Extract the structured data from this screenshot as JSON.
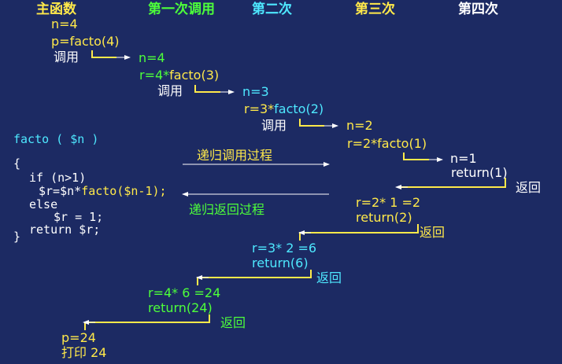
{
  "headers": {
    "main": "主函数",
    "first": "第一次调用",
    "second": "第二次",
    "third": "第三次",
    "fourth": "第四次"
  },
  "main_fn": {
    "n": "n=4",
    "call": "p=facto(4)",
    "call_label": "调用"
  },
  "first_call": {
    "n": "n=4",
    "r_expr_prefix": "r=4*",
    "r_expr_fn": "facto(3)",
    "call_label": "调用"
  },
  "second_call": {
    "n": "n=3",
    "r_expr_prefix": "r=3*",
    "r_expr_fn": "facto(2)",
    "call_label": "调用"
  },
  "third_call": {
    "n": "n=2",
    "r_expr_prefix": "r=2*",
    "r_expr_fn": "facto(1)"
  },
  "fourth_call": {
    "n": "n=1",
    "ret": "return(1)",
    "ret_label": "返回"
  },
  "code": {
    "signature": "facto ( $n )",
    "open_brace": "{",
    "if_line": "if (n>1)",
    "r_assign_prefix": "$r=$n*",
    "r_assign_fn": "facto($n-1);",
    "else_line": "else",
    "r_one": "$r = 1;",
    "return_line": "return $r;",
    "close_brace": "}"
  },
  "labels": {
    "recursive_call": "递归调用过程",
    "recursive_return": "递归返回过程"
  },
  "returns": {
    "third": {
      "calc": "r=2* 1 =2",
      "ret": "return(2)",
      "label": "返回"
    },
    "second": {
      "calc": "r=3* 2 =6",
      "ret": "return(6)",
      "label": "返回"
    },
    "first": {
      "calc": "r=4* 6 =24",
      "ret": "return(24)",
      "label": "返回"
    },
    "main": {
      "p": "p=24",
      "print": "打印 24"
    }
  },
  "colors": {
    "background": "#1c2a63",
    "yellow": "#ffe94a",
    "green": "#4dff3a",
    "cyan": "#4ee8ff",
    "white": "#ffffff"
  }
}
